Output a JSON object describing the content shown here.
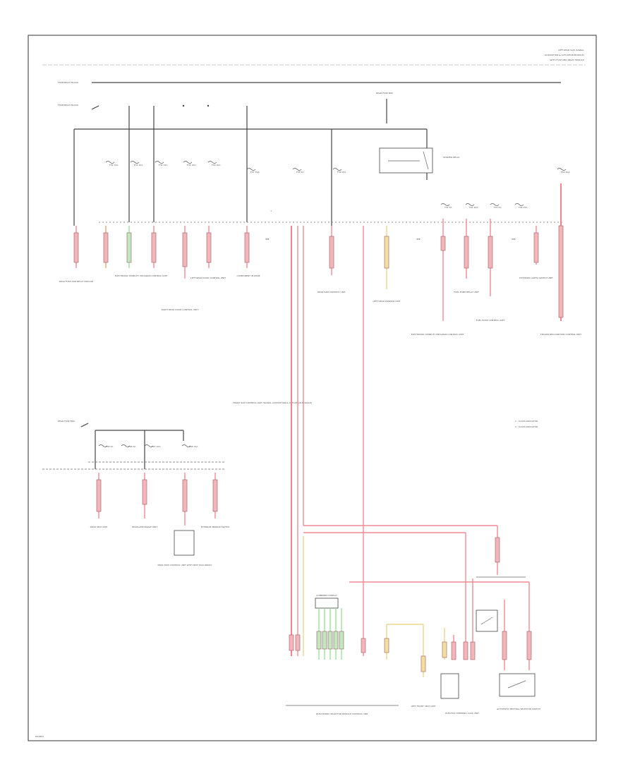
{
  "header": {
    "title_lines": [
      "LEFT REAR SAM (SIGNAL",
      "ACQUISITION & ACTUATION MODULE)",
      "WITH FUSE AND RELAY MODULE"
    ]
  },
  "labels": {
    "fuse_relay_top": "FUSE/RELAY BLOCK",
    "fuse_relay_mid": "FUSE/RELAY BLOCK",
    "rear_fuse_box_top": "REAR FUSE BOX",
    "rear_fuse_box_left": "REAR FUSE BOX",
    "starter_relay": "STARTER RELAY",
    "dcm_note": "FRONT SAM CONTROL UNIT (SIGNAL ACQUISITION & ACTUATION MODULE)",
    "legend_1": "1 - CLASS INDICATOR",
    "legend_2": "2 - CLASS INDICATOR",
    "esm_label": "ELECTRONIC SELECTOR MODULE CONTROL UNIT",
    "cluster_label": "COMBINED DISPLAY",
    "page_number": "DG0891"
  },
  "components": {
    "c1": "REAR FUSE AND RELAY MODULE",
    "c2": "ELECTRONIC STABILITY PROGRAM CONTROL UNIT",
    "c3": "RIGHT REAR DOOR CONTROL UNIT",
    "c4": "LEFT REAR DOOR CONTROL UNIT",
    "c5": "COMPONENT IN ZONE",
    "c6": "REAR SAM CONTROL UNIT",
    "c7": "LEFT REAR WINDOW UNIT",
    "c8": "ELECTRONIC STABILITY PROGRAM CONTROL UNIT",
    "c9": "FUEL PUMP RELAY UNIT",
    "c10": "FUEL PUMP CONTROL UNIT",
    "c11": "EXTERIOR LIGHTS SWITCH UNIT",
    "c12": "TRAILER RECOGNITION CONTROL UNIT",
    "c13": "REAR SEAT UNIT",
    "c14": "HEADLAMP RANGE UNIT",
    "c15": "EXTERIOR MIRROR SWITCH",
    "c16": "REAR SEAT CONTROL UNIT WITH SEAT OCCUPANCY",
    "c17": "LEFT FRONT SEAT UNIT",
    "c18": "ELECTRIC STEERING LOCK UNIT",
    "c19": "AUTOMATIC NEUTRAL SELECTOR SWITCH"
  },
  "fuses": {
    "f1": "F32 15A",
    "f2": "F33 15A",
    "f3": "F34 15A",
    "f4": "F35 10A",
    "f5": "F36 10A",
    "f6": "F37 15A",
    "f7": "F38 5A",
    "f8": "F39 15A",
    "f9": "F40 10A",
    "f10": "F41 5A",
    "f11": "F42 10A",
    "f12": "F43 5A",
    "f13": "F44 15A",
    "f14": "F45 5A",
    "f15": "F46 5A",
    "f16": "F47 10A",
    "f17": "F48 15A"
  }
}
